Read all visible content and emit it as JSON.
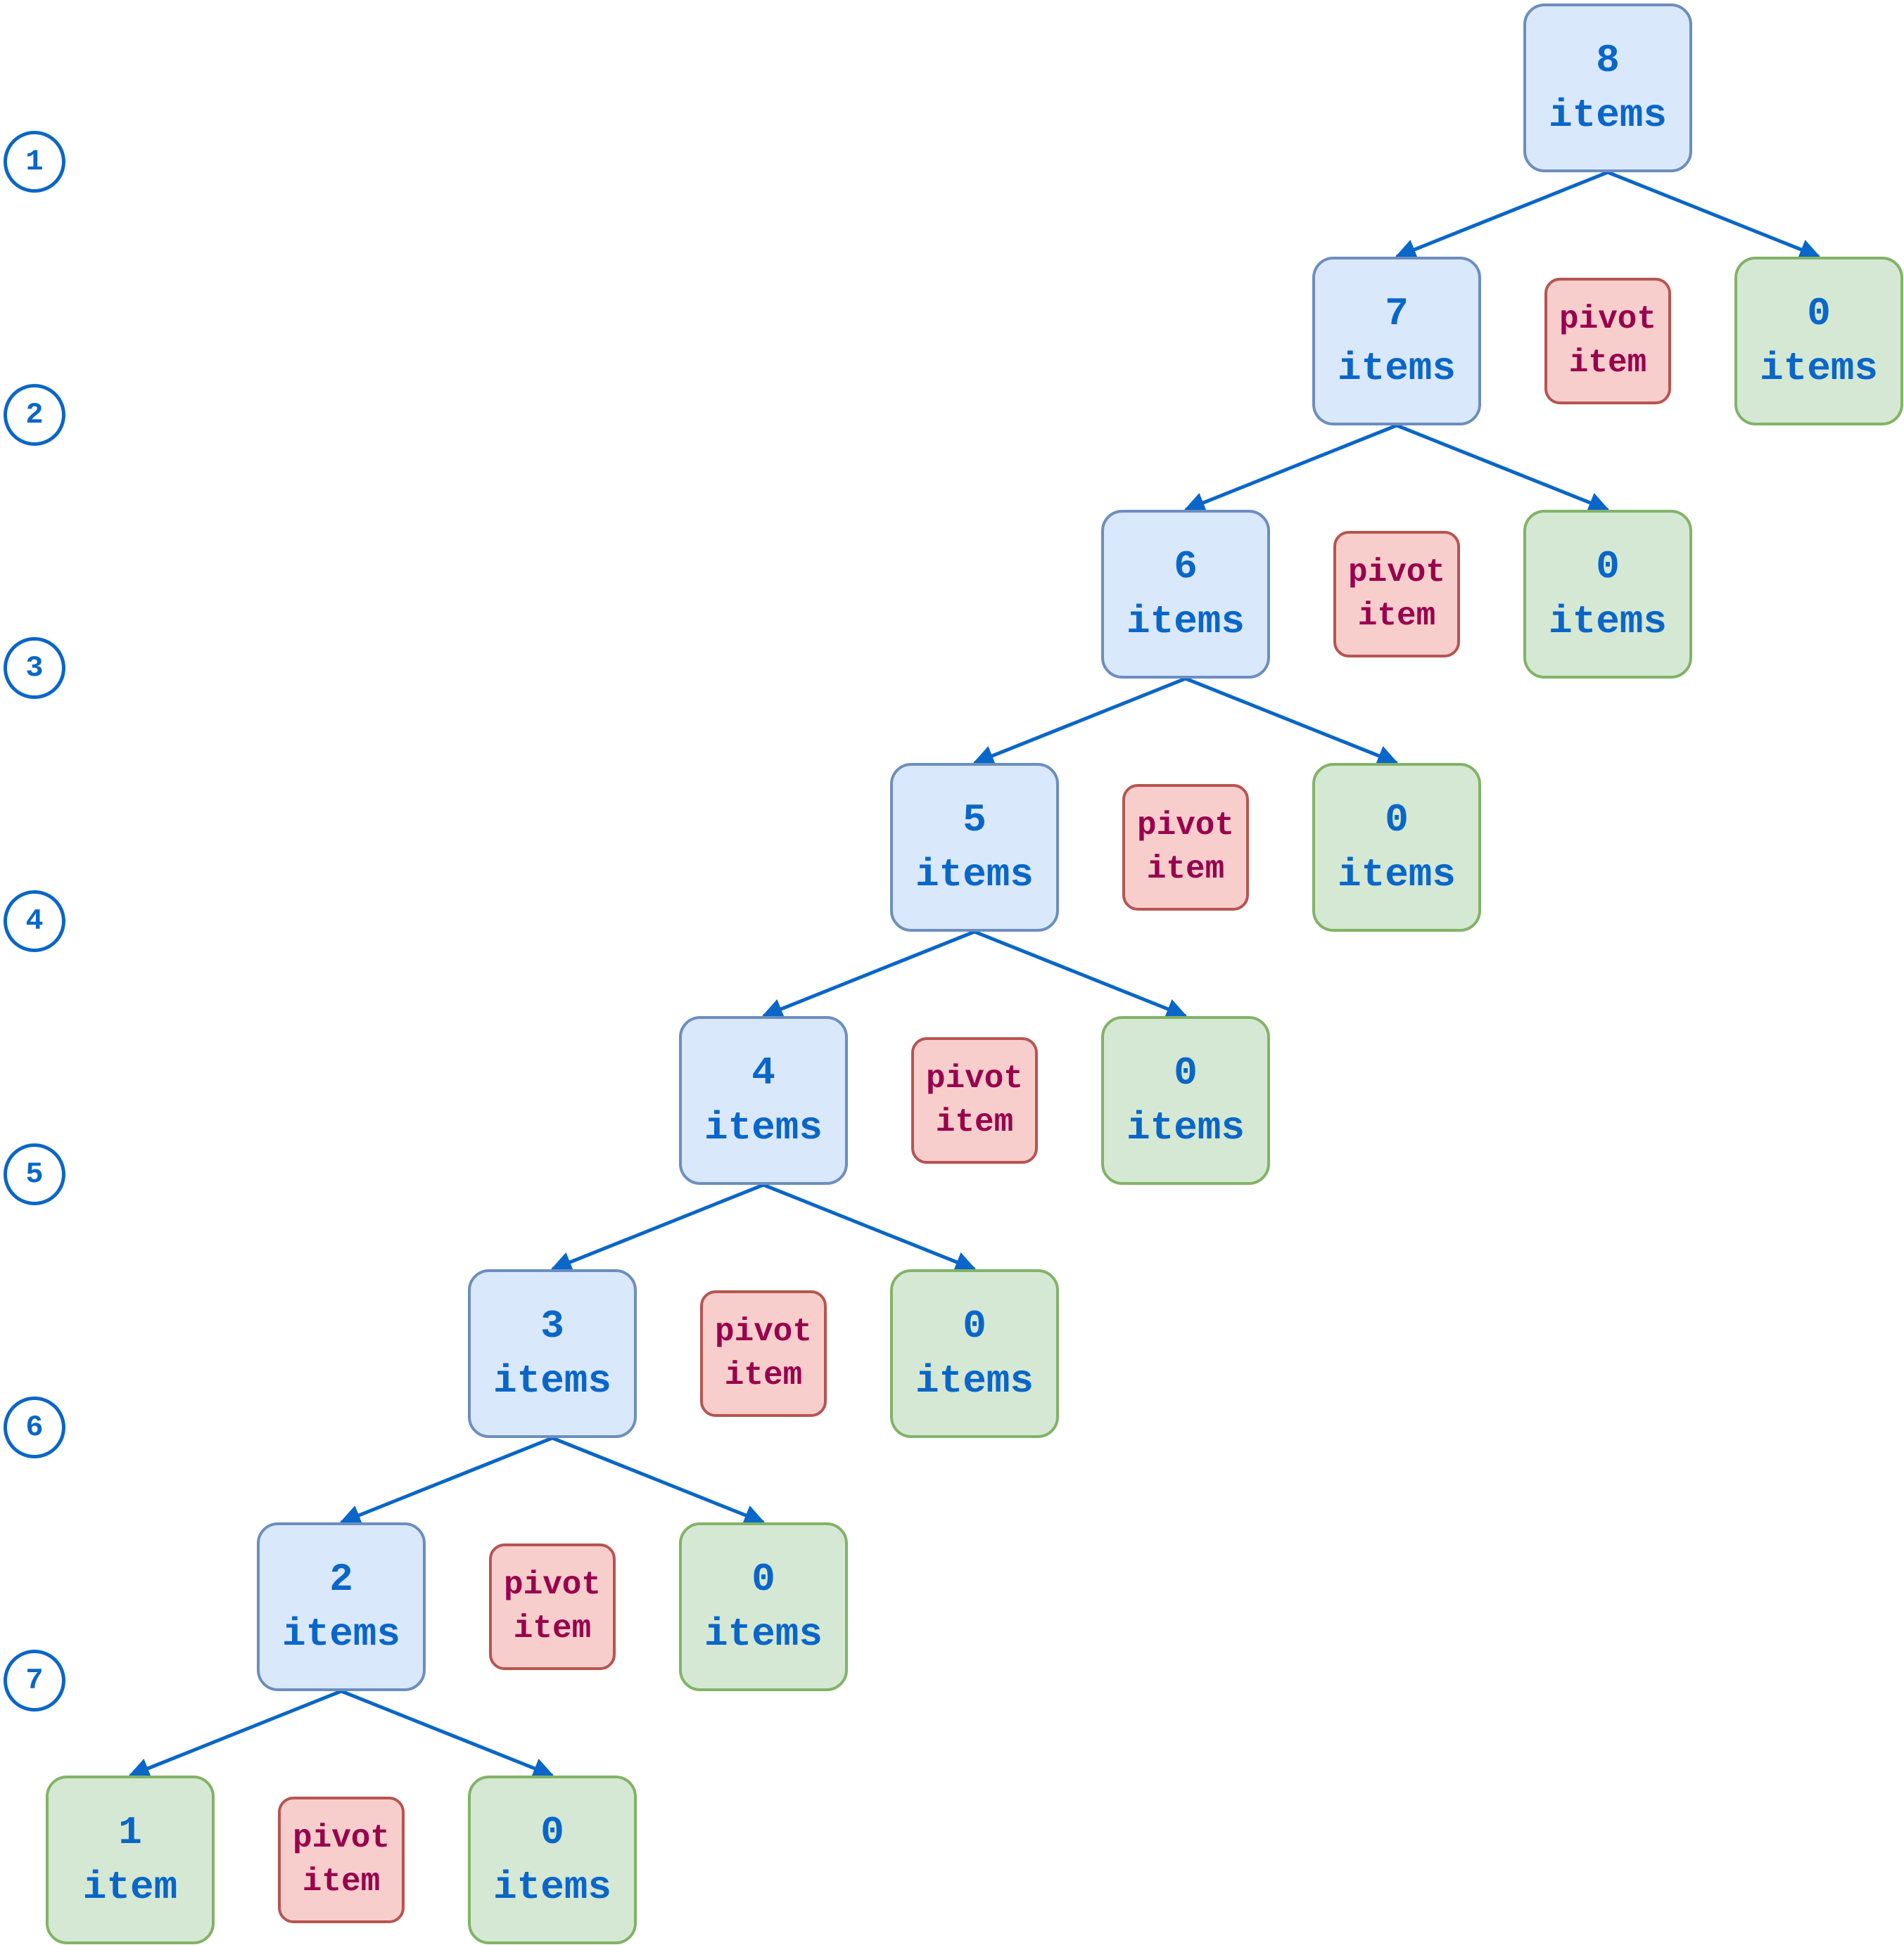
{
  "colors": {
    "edge": "#0a66c8",
    "blue_fill": "#dae8fc",
    "blue_border": "#6c8ebf",
    "green_fill": "#d5e8d4",
    "green_border": "#82b366",
    "pivot_fill": "#f8cecc",
    "pivot_border": "#b85450",
    "node_text": "#0a66c8",
    "pivot_text": "#99004d"
  },
  "level_labels": [
    "1",
    "2",
    "3",
    "4",
    "5",
    "6",
    "7"
  ],
  "levels": [
    {
      "node": {
        "count": "8",
        "unit": "items"
      }
    },
    {
      "left": {
        "count": "7",
        "unit": "items"
      },
      "pivot": {
        "line1": "pivot",
        "line2": "item"
      },
      "right": {
        "count": "0",
        "unit": "items"
      }
    },
    {
      "left": {
        "count": "6",
        "unit": "items"
      },
      "pivot": {
        "line1": "pivot",
        "line2": "item"
      },
      "right": {
        "count": "0",
        "unit": "items"
      }
    },
    {
      "left": {
        "count": "5",
        "unit": "items"
      },
      "pivot": {
        "line1": "pivot",
        "line2": "item"
      },
      "right": {
        "count": "0",
        "unit": "items"
      }
    },
    {
      "left": {
        "count": "4",
        "unit": "items"
      },
      "pivot": {
        "line1": "pivot",
        "line2": "item"
      },
      "right": {
        "count": "0",
        "unit": "items"
      }
    },
    {
      "left": {
        "count": "3",
        "unit": "items"
      },
      "pivot": {
        "line1": "pivot",
        "line2": "item"
      },
      "right": {
        "count": "0",
        "unit": "items"
      }
    },
    {
      "left": {
        "count": "2",
        "unit": "items"
      },
      "pivot": {
        "line1": "pivot",
        "line2": "item"
      },
      "right": {
        "count": "0",
        "unit": "items"
      }
    },
    {
      "left": {
        "count": "1",
        "unit": "item"
      },
      "pivot": {
        "line1": "pivot",
        "line2": "item"
      },
      "right": {
        "count": "0",
        "unit": "items"
      }
    }
  ]
}
